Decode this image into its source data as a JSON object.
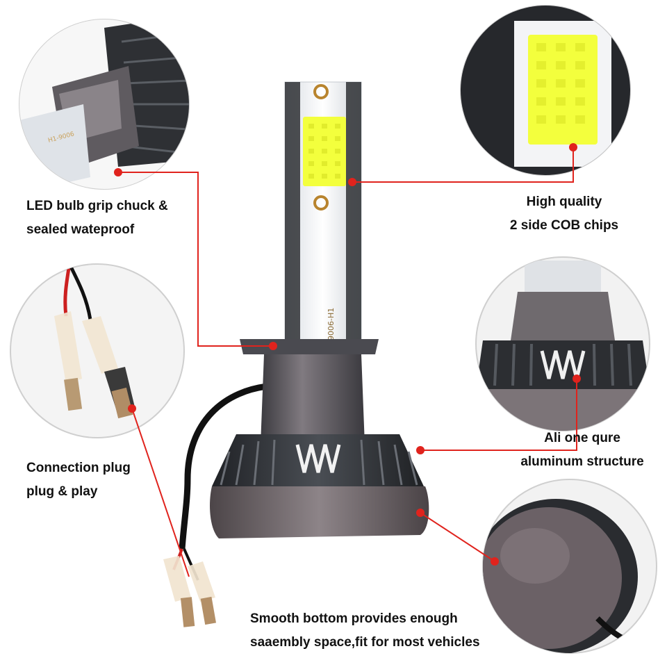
{
  "colors": {
    "callout_red": "#e0231d",
    "background": "#ffffff",
    "cob_chip": "#f2ff3a",
    "heatsink": "#2f3236",
    "base_metal": "#6a6266"
  },
  "labels": {
    "grip_chuck": {
      "line1": "LED bulb grip chuck &",
      "line2": "sealed wateproof"
    },
    "cob_chips": {
      "line1": "High quality",
      "line2": "2 side COB chips"
    },
    "connection": {
      "line1": "Connection plug",
      "line2": "plug & play"
    },
    "aluminum": {
      "line1": "Ali one qure",
      "line2": "aluminum structure"
    },
    "bottom": {
      "line1": "Smooth bottom provides enough",
      "line2": "saaembly space,fit for most vehicles"
    }
  },
  "bulb_marking": "9006-H1"
}
